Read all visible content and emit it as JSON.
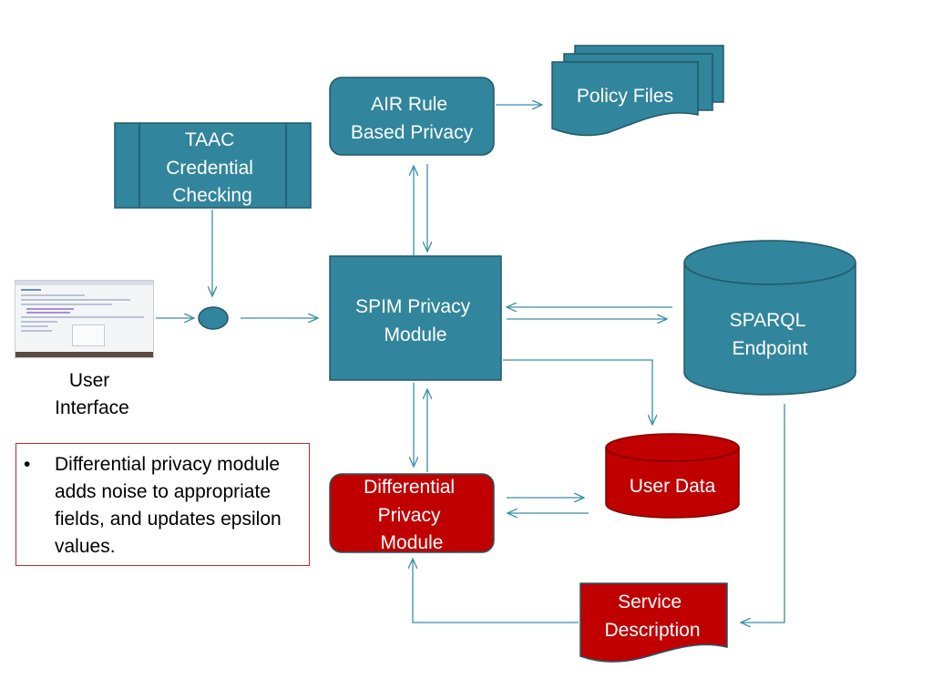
{
  "nodes": {
    "air_rule": [
      "AIR Rule",
      "Based Privacy"
    ],
    "policy_files": [
      "Policy Files"
    ],
    "taac": [
      "TAAC",
      "Credential",
      "Checking"
    ],
    "spim": [
      "SPIM Privacy",
      "Module"
    ],
    "sparql": [
      "SPARQL",
      "Endpoint"
    ],
    "user_data": [
      "User Data"
    ],
    "differential": [
      "Differential",
      "Privacy",
      "Module"
    ],
    "service_description": [
      "Service",
      "Description"
    ],
    "user_interface": [
      "User",
      "Interface"
    ]
  },
  "bullet": {
    "symbol": "•",
    "text": "Differential privacy module adds noise to appropriate fields, and updates epsilon values."
  },
  "colors": {
    "teal_fill": "#31859c",
    "teal_stroke": "#215968",
    "red_fill": "#c00000",
    "red_stroke": "#7f0000",
    "arrow": "#3b8fa6",
    "bullet_border": "#c0282d"
  }
}
